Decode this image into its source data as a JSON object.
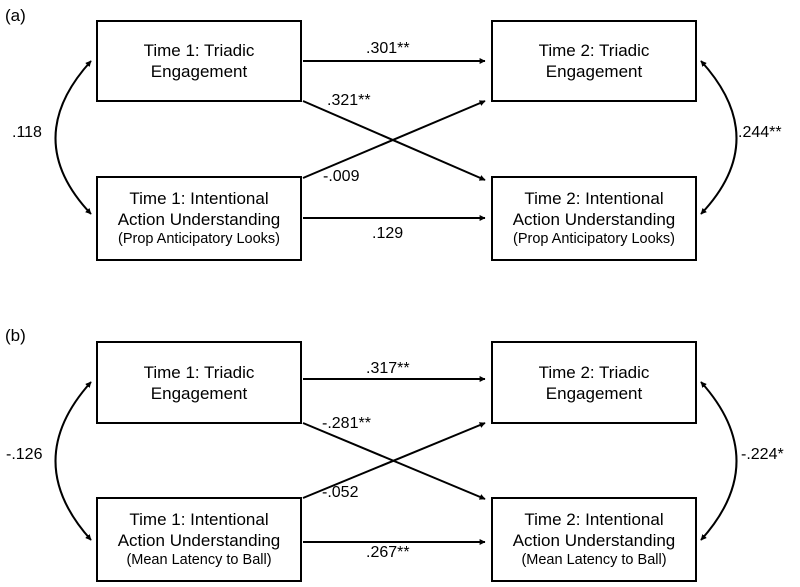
{
  "panels": [
    {
      "label": "(a)",
      "nodes": {
        "t1_triadic": {
          "lines": [
            "Time 1: Triadic",
            "Engagement"
          ]
        },
        "t2_triadic": {
          "lines": [
            "Time 2: Triadic",
            "Engagement"
          ]
        },
        "t1_action": {
          "lines": [
            "Time 1: Intentional",
            "Action Understanding",
            "(Prop Anticipatory Looks)"
          ]
        },
        "t2_action": {
          "lines": [
            "Time 2: Intentional",
            "Action Understanding",
            "(Prop Anticipatory Looks)"
          ]
        }
      },
      "paths": {
        "triadic_stability": ".301**",
        "triadic_to_action": ".321**",
        "action_to_triadic": "-.009",
        "action_stability": ".129",
        "t1_covariance": ".118",
        "t2_covariance": ".244**"
      }
    },
    {
      "label": "(b)",
      "nodes": {
        "t1_triadic": {
          "lines": [
            "Time 1: Triadic",
            "Engagement"
          ]
        },
        "t2_triadic": {
          "lines": [
            "Time 2: Triadic",
            "Engagement"
          ]
        },
        "t1_action": {
          "lines": [
            "Time 1: Intentional",
            "Action Understanding",
            "(Mean Latency to Ball)"
          ]
        },
        "t2_action": {
          "lines": [
            "Time 2: Intentional",
            "Action Understanding",
            "(Mean Latency to Ball)"
          ]
        }
      },
      "paths": {
        "triadic_stability": ".317**",
        "triadic_to_action": "-.281**",
        "action_to_triadic": "-.052",
        "action_stability": ".267**",
        "t1_covariance": "-.126",
        "t2_covariance": "-.224*"
      }
    }
  ]
}
